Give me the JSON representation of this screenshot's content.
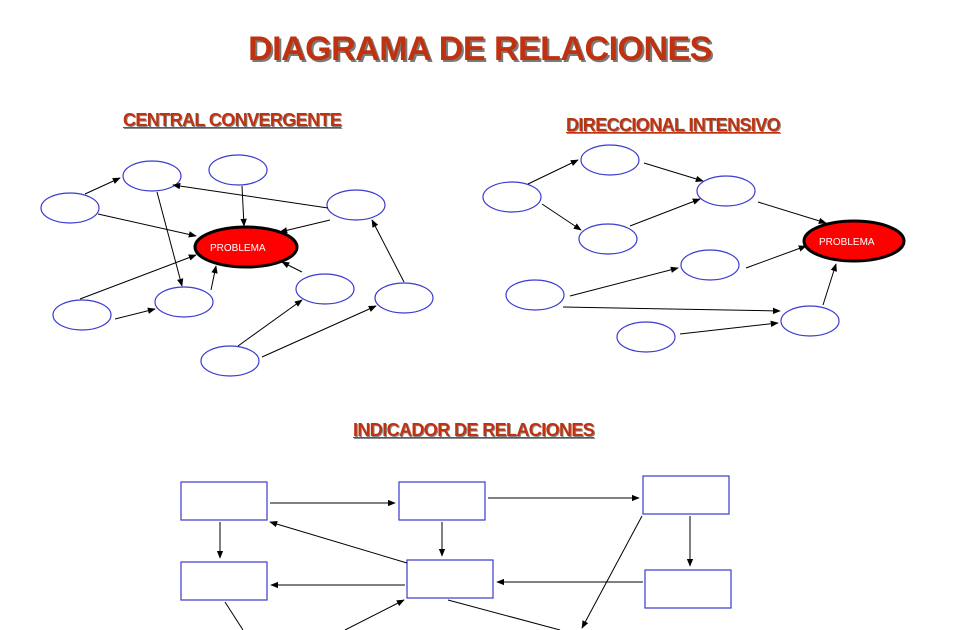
{
  "title": "DIAGRAMA DE RELACIONES",
  "sections": {
    "central": {
      "heading": "CENTRAL CONVERGENTE",
      "problem_label": "PROBLEMA"
    },
    "direccional": {
      "heading": "DIRECCIONAL INTENSIVO",
      "problem_label": "PROBLEMA"
    },
    "indicador": {
      "heading": "INDICADOR DE RELACIONES"
    }
  },
  "colors": {
    "title": "#c0320f",
    "node_outline": "#3a3ad0",
    "problem_fill": "#ff0000",
    "problem_outline": "#000000"
  }
}
